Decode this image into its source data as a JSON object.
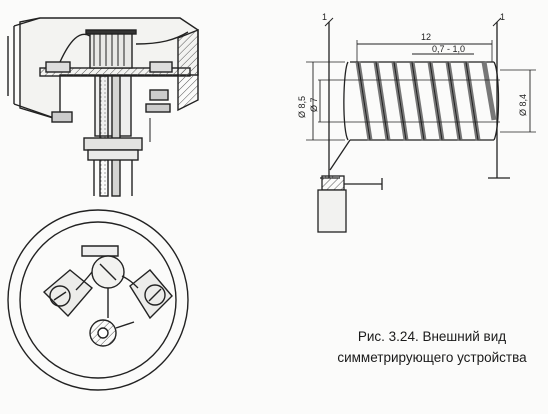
{
  "figure": {
    "caption_line1": "Рис. 3.24. Внешний вид",
    "caption_line2": "симметрирующего устройства"
  },
  "dimensions": {
    "length": "12",
    "pitch": "0,7 - 1,0",
    "dia_outer": "Ø 8,5",
    "dia_inner": "Ø 7",
    "dia_right": "Ø 8,4",
    "mark_left": "1",
    "mark_right": "1"
  }
}
